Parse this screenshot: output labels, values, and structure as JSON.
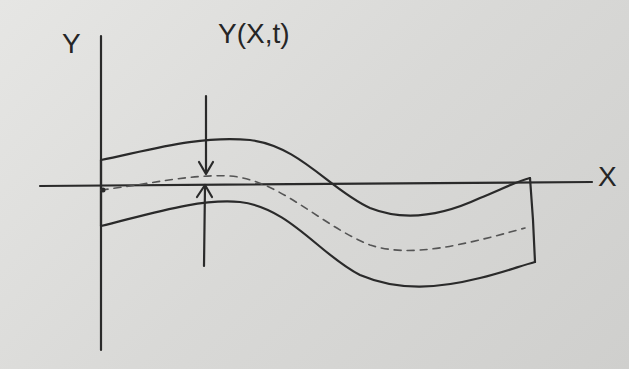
{
  "diagram": {
    "labels": [
      "Y",
      "Y(X,t)",
      "X"
    ]
  }
}
